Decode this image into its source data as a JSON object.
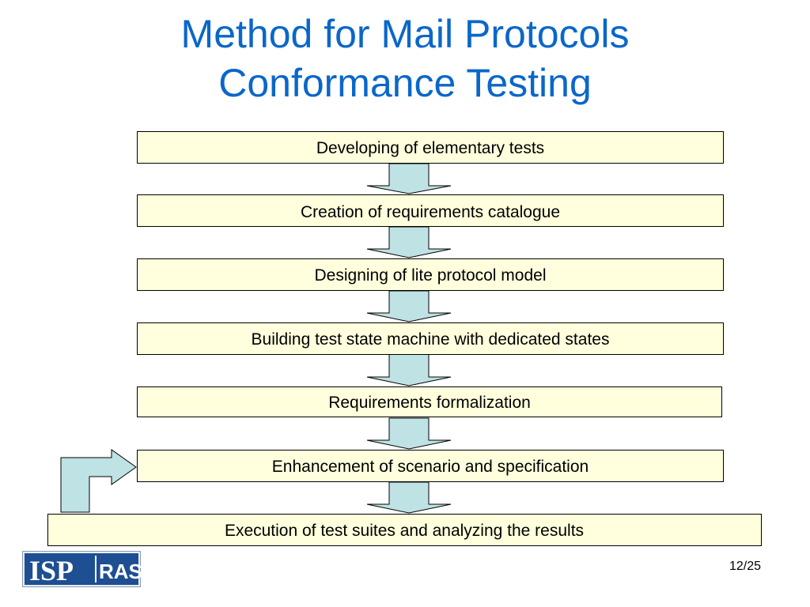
{
  "slide": {
    "title_line1": "Method for Mail Protocols",
    "title_line2": "Conformance Testing",
    "page_number": "12/25"
  },
  "flow": {
    "steps": [
      "Developing of elementary tests",
      "Creation of requirements catalogue",
      "Designing of lite protocol model",
      "Building test state machine with dedicated states",
      "Requirements formalization",
      "Enhancement of scenario and specification",
      "Execution of test suites and analyzing the results"
    ]
  },
  "logo": {
    "text_left": "ISP",
    "text_right": "RAS"
  },
  "colors": {
    "title": "#0a67c9",
    "box_fill": "#ffffdd",
    "arrow_fill": "#bfe2e4",
    "logo_blue": "#1e4f92"
  }
}
